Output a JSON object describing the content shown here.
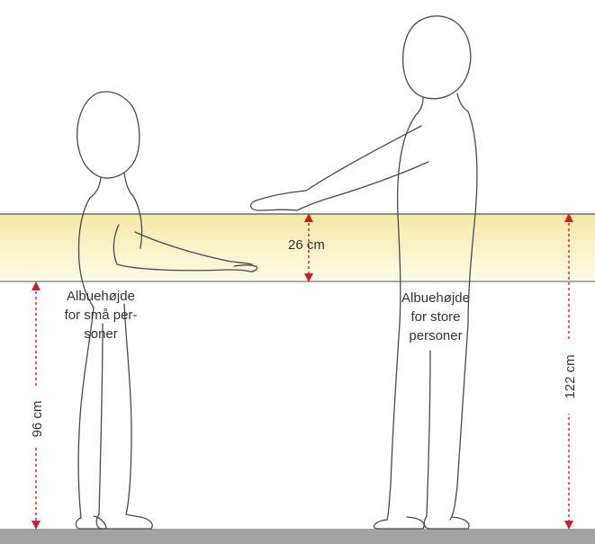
{
  "colors": {
    "band_top": "#f4e8a6",
    "band_bottom": "#fffbe8",
    "arrow": "#cc1f2d",
    "floor": "#a3a3a3",
    "outline": "#4a4a4a",
    "text": "#333333"
  },
  "labels": {
    "band_range": "26 cm",
    "small_height": "96 cm",
    "large_height": "122 cm",
    "small_caption": [
      "Albuehøjde",
      "for små per-",
      "soner"
    ],
    "large_caption": [
      "Albuehøjde",
      "for store",
      "personer"
    ]
  },
  "figures": [
    "child-figure",
    "adult-figure"
  ]
}
